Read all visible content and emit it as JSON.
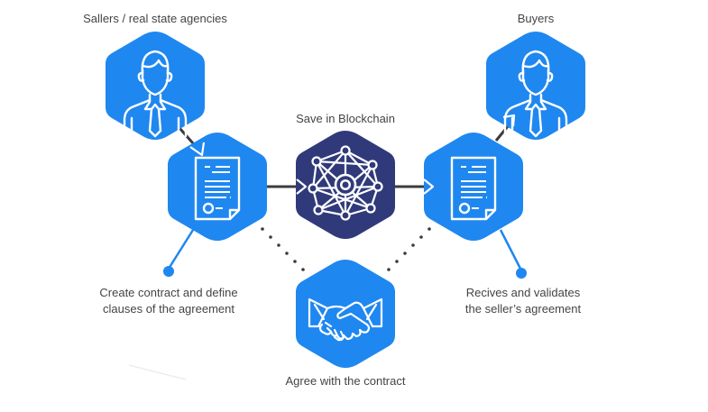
{
  "colors": {
    "blue": "#1f87f0",
    "navy": "#303a7a",
    "connector": "#3c3c3c",
    "text": "#444444",
    "icon_stroke": "#ffffff"
  },
  "nodes": [
    {
      "id": "sellers",
      "label": "Sallers / real state agencies",
      "icon": "person-icon"
    },
    {
      "id": "create-contract",
      "label": "Create contract and define clauses of the agreement",
      "icon": "document-icon"
    },
    {
      "id": "blockchain",
      "label": "Save in Blockchain",
      "icon": "network-icon"
    },
    {
      "id": "validate",
      "label": "Recives and validates the seller's agreement",
      "icon": "document-icon"
    },
    {
      "id": "buyers",
      "label": "Buyers",
      "icon": "person-icon"
    },
    {
      "id": "agree",
      "label": "Agree with the contract",
      "icon": "handshake-icon"
    }
  ],
  "labels": {
    "sellers": "Sallers / real state agencies",
    "buyers": "Buyers",
    "blockchain": "Save in Blockchain",
    "create_line1": "Create contract and define",
    "create_line2": "clauses of the agreement",
    "validate_line1": "Recives and validates",
    "validate_line2": "the seller’s agreement",
    "agree": "Agree with the contract"
  },
  "edges": [
    {
      "from": "sellers",
      "to": "create-contract",
      "style": "arrow"
    },
    {
      "from": "create-contract",
      "to": "blockchain",
      "style": "arrow"
    },
    {
      "from": "blockchain",
      "to": "validate",
      "style": "arrow"
    },
    {
      "from": "validate",
      "to": "buyers",
      "style": "arrow"
    },
    {
      "from": "create-contract",
      "to": "agree",
      "style": "dotted"
    },
    {
      "from": "validate",
      "to": "agree",
      "style": "dotted"
    }
  ]
}
